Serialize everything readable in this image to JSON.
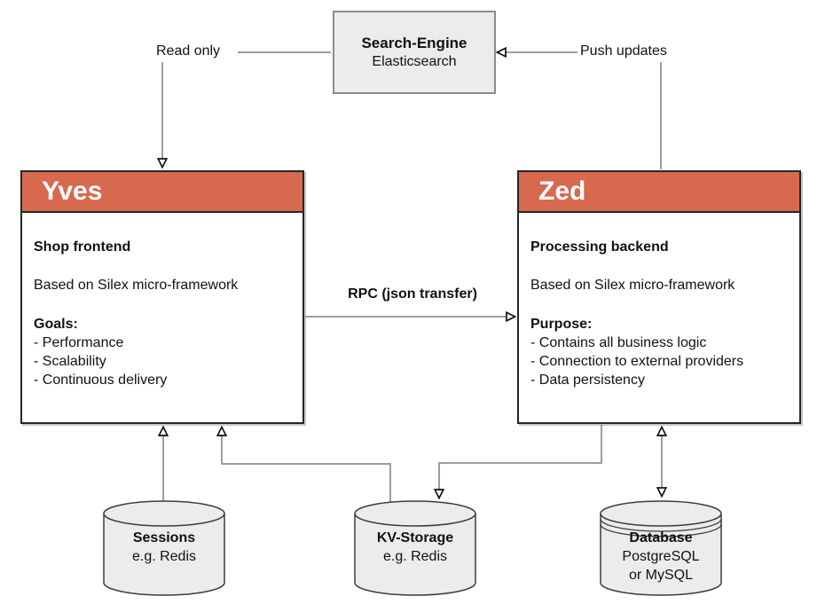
{
  "colors": {
    "accent_orange": "#d7694f",
    "panel_gray": "#ececec",
    "line_gray": "#7f7f7f",
    "box_border_dark": "#262626"
  },
  "search_engine": {
    "title": "Search-Engine",
    "subtitle": "Elasticsearch"
  },
  "connections": {
    "read_only": "Read only",
    "push_updates": "Push updates",
    "rpc": "RPC (json transfer)"
  },
  "yves": {
    "title": "Yves",
    "role": "Shop frontend",
    "framework": "Based on Silex micro-framework",
    "list_title": "Goals:",
    "list_items": [
      "- Performance",
      "- Scalability",
      "- Continuous delivery"
    ]
  },
  "zed": {
    "title": "Zed",
    "role": "Processing backend",
    "framework": "Based on Silex micro-framework",
    "list_title": "Purpose:",
    "list_items": [
      "- Contains all business logic",
      "- Connection to external providers",
      "- Data persistency"
    ]
  },
  "stores": {
    "sessions": {
      "name": "Sessions",
      "tech": "e.g. Redis"
    },
    "kv_storage": {
      "name": "KV-Storage",
      "tech": "e.g. Redis"
    },
    "database": {
      "name": "Database",
      "tech": "PostgreSQL",
      "tech2": "or MySQL"
    }
  }
}
